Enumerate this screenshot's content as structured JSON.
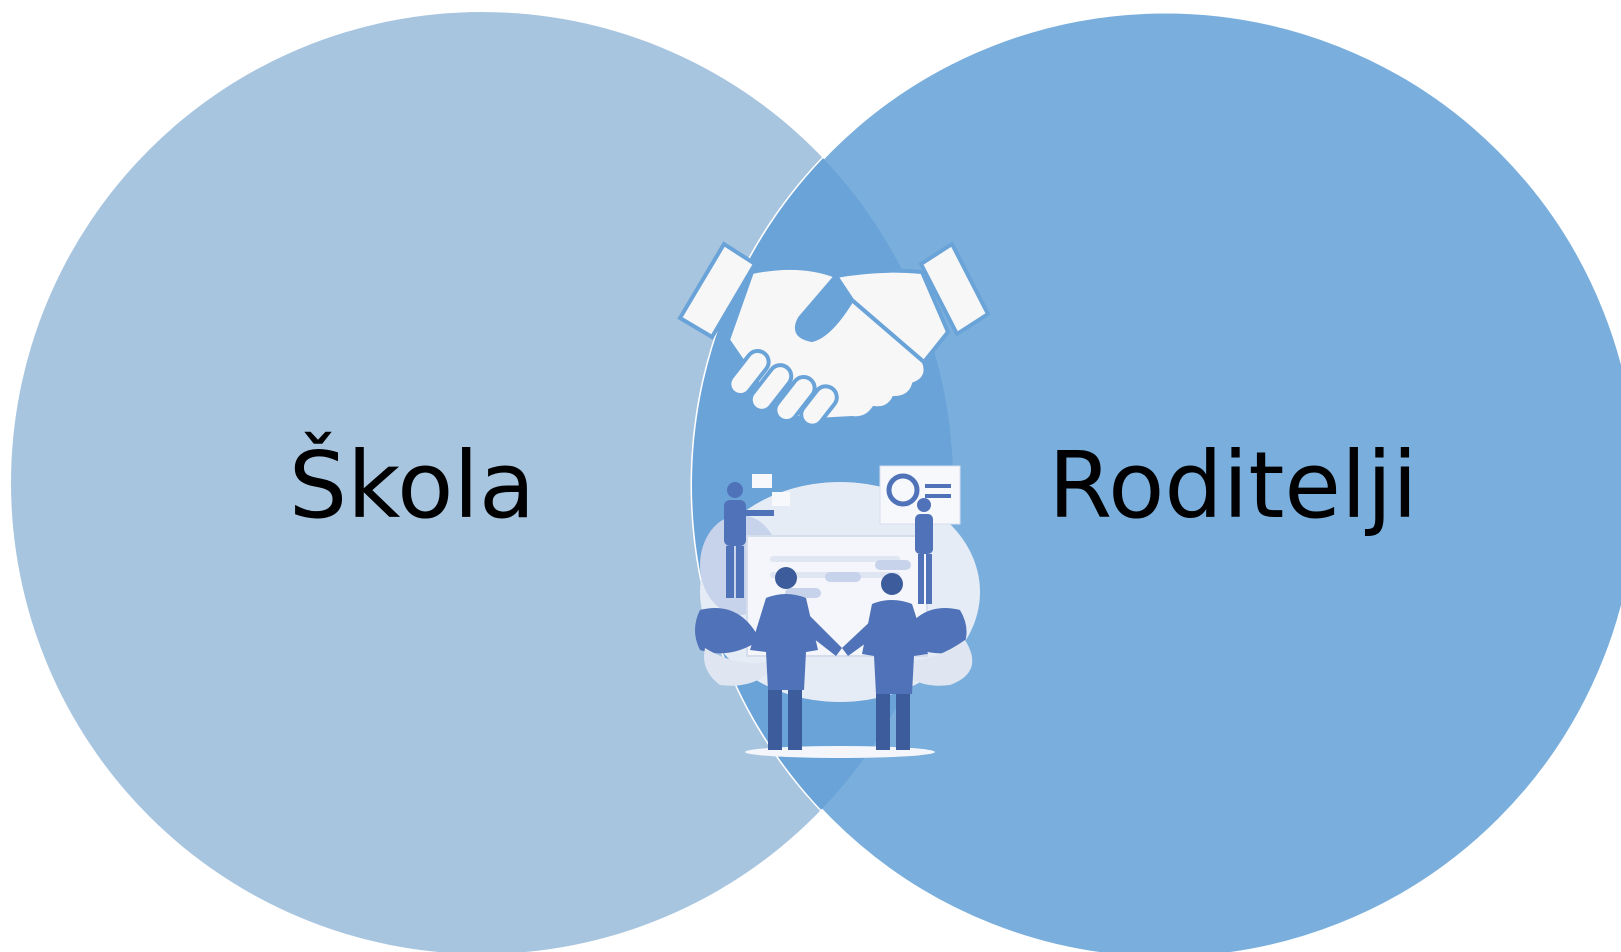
{
  "diagram": {
    "type": "venn",
    "left_set": {
      "label": "Škola",
      "color": "#a8c5e0"
    },
    "right_set": {
      "label": "Roditelji",
      "color": "#7aafdd"
    },
    "intersection": {
      "color": "#6aa3d8",
      "icons": [
        "handshake-icon",
        "business-partners-illustration"
      ]
    },
    "colors": {
      "icon_fill": "#f7f7f7",
      "figure_suit": "#4f72b8",
      "figure_suit_dark": "#3d5c9c",
      "illustration_light": "#e6ecf6",
      "illustration_accent": "#c7d3ea"
    }
  }
}
